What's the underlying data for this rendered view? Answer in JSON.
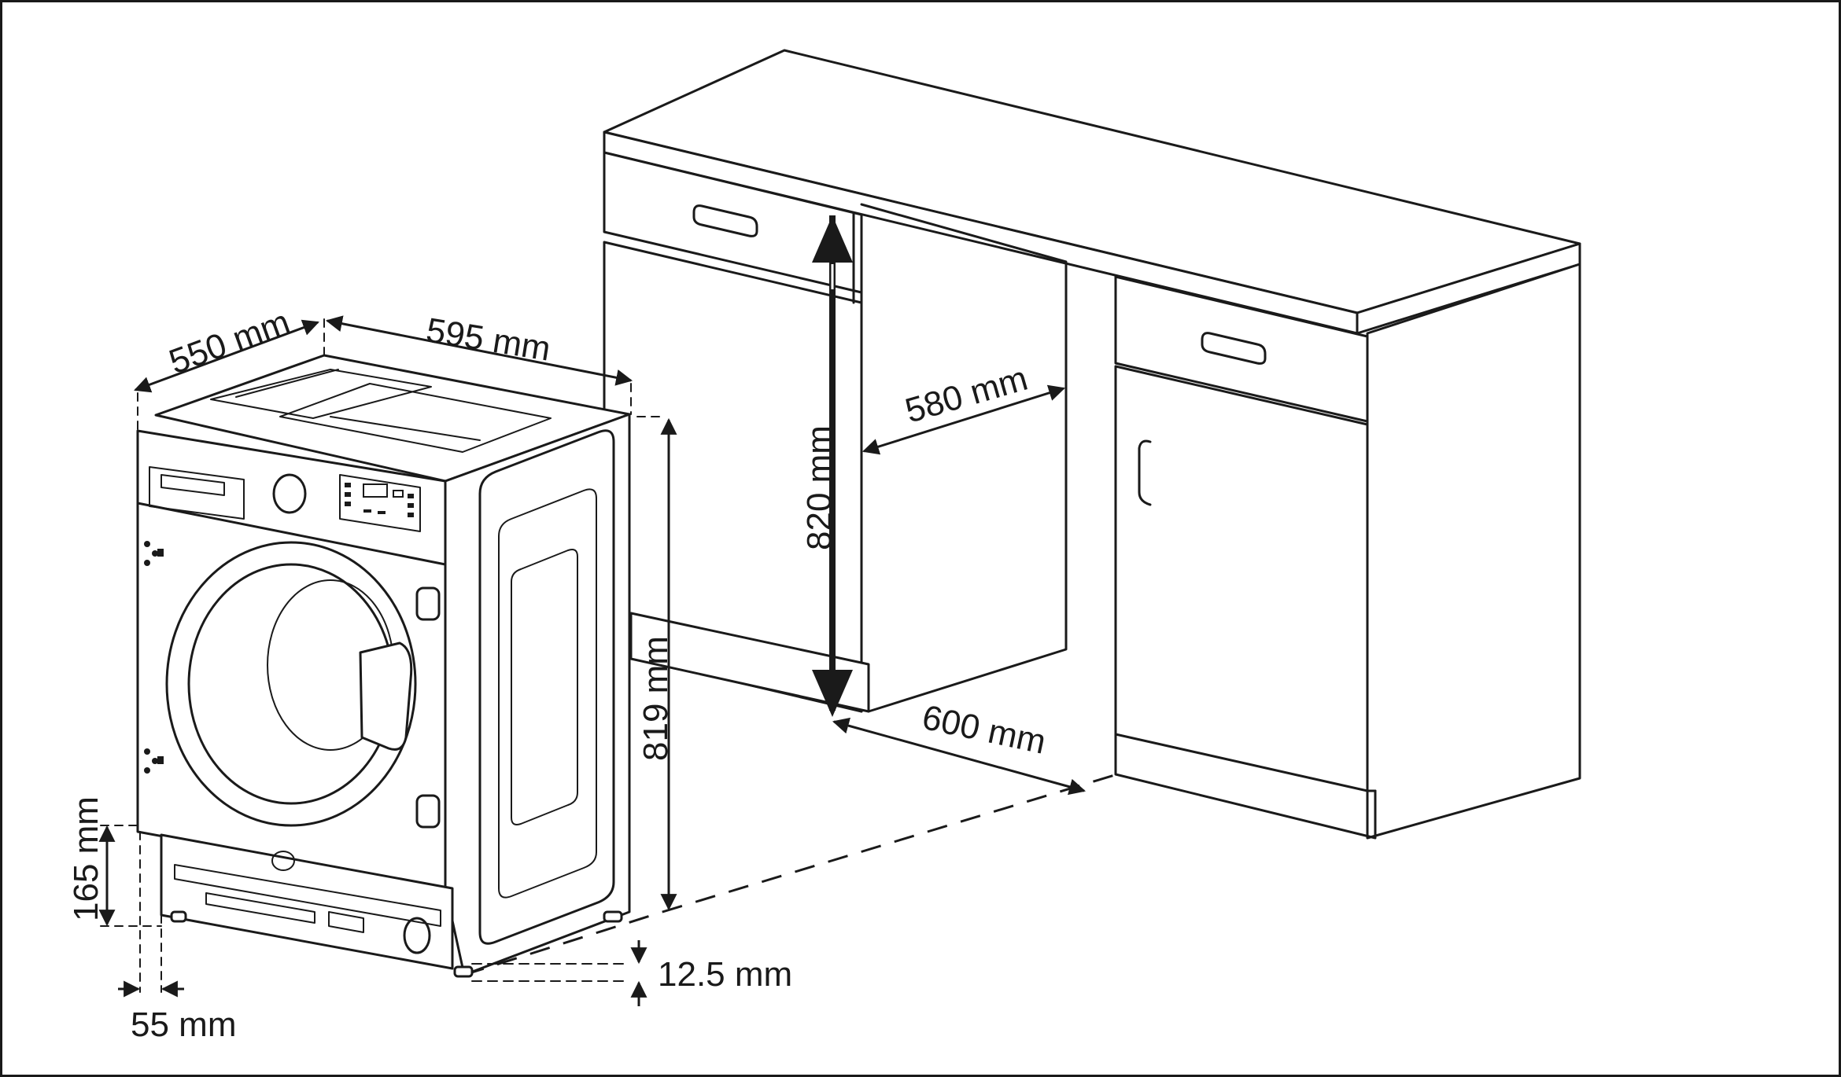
{
  "dimensions": {
    "machine_depth": "550 mm",
    "machine_width": "595 mm",
    "machine_height": "819 mm",
    "plinth_height": "165 mm",
    "plinth_setback": "55 mm",
    "floor_gap": "12.5 mm",
    "niche_height": "820 mm",
    "niche_depth": "580 mm",
    "niche_width": "600 mm"
  },
  "colors": {
    "line": "#1a1a1a",
    "background": "#ffffff"
  }
}
